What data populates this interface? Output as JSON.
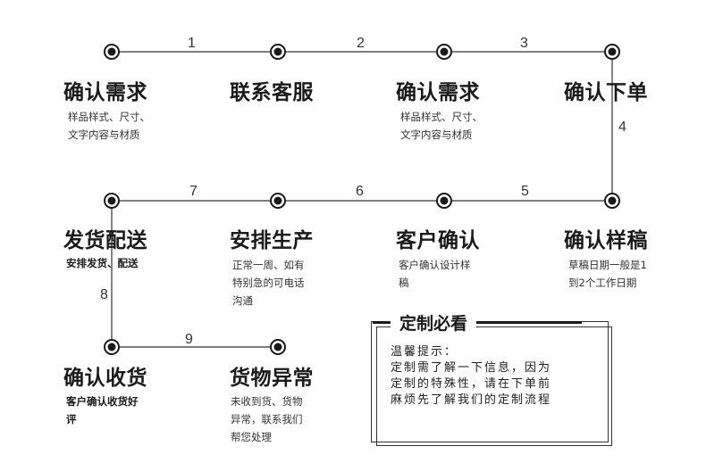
{
  "steps": [
    {
      "title": "确认需求",
      "desc": [
        "样品样式、尺寸、",
        "文字内容与材质"
      ],
      "bold": false
    },
    {
      "title": "联系客服",
      "desc": [],
      "bold": false
    },
    {
      "title": "确认需求",
      "desc": [
        "样品样式、尺寸、",
        "文字内容与材质"
      ],
      "bold": false
    },
    {
      "title": "确认下单",
      "desc": [],
      "bold": false
    },
    {
      "title": "确认样稿",
      "desc": [
        "草稿日期一般是1",
        "到2个工作日期"
      ],
      "bold": false
    },
    {
      "title": "客户确认",
      "desc": [
        "客户确认设计样",
        "稿"
      ],
      "bold": false
    },
    {
      "title": "安排生产",
      "desc": [
        "正常一周、如有",
        "特别急的可电话",
        "沟通"
      ],
      "bold": false
    },
    {
      "title": "发货配送",
      "desc": [
        "安排发货、配送"
      ],
      "bold": true
    },
    {
      "title": "确认收货",
      "desc": [
        "客户确认收货好",
        "评"
      ],
      "bold": true
    },
    {
      "title": "货物异常",
      "desc": [
        "未收到货、货物",
        "异常，联系我们",
        "帮您处理"
      ],
      "bold": false
    }
  ],
  "connectors": [
    "1",
    "2",
    "3",
    "4",
    "5",
    "6",
    "7",
    "8",
    "9"
  ],
  "notice": {
    "title": "定制必看",
    "lines": [
      "温馨提示：",
      "定制需了解一下信息，因为",
      "定制的特殊性，请在下单前",
      "麻烦先了解我们的定制流程"
    ]
  }
}
